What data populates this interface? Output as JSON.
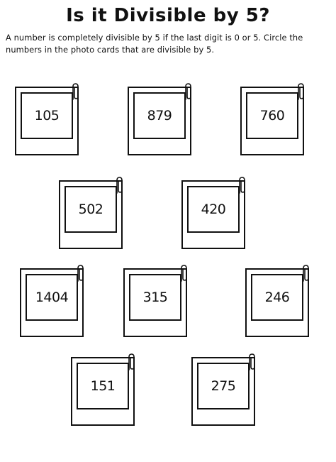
{
  "title": "Is it Divisible by 5?",
  "instructions": "A number is completely divisible by 5 if the last digit is 0 or 5. Circle the numbers in the photo cards that are divisible by 5.",
  "cards": [
    {
      "number": "105"
    },
    {
      "number": "879"
    },
    {
      "number": "760"
    },
    {
      "number": "502"
    },
    {
      "number": "420"
    },
    {
      "number": "1404"
    },
    {
      "number": "315"
    },
    {
      "number": "246"
    },
    {
      "number": "151"
    },
    {
      "number": "275"
    }
  ],
  "icons": {
    "clip": "paperclip-icon"
  },
  "colors": {
    "ink": "#111111",
    "background": "#ffffff"
  }
}
